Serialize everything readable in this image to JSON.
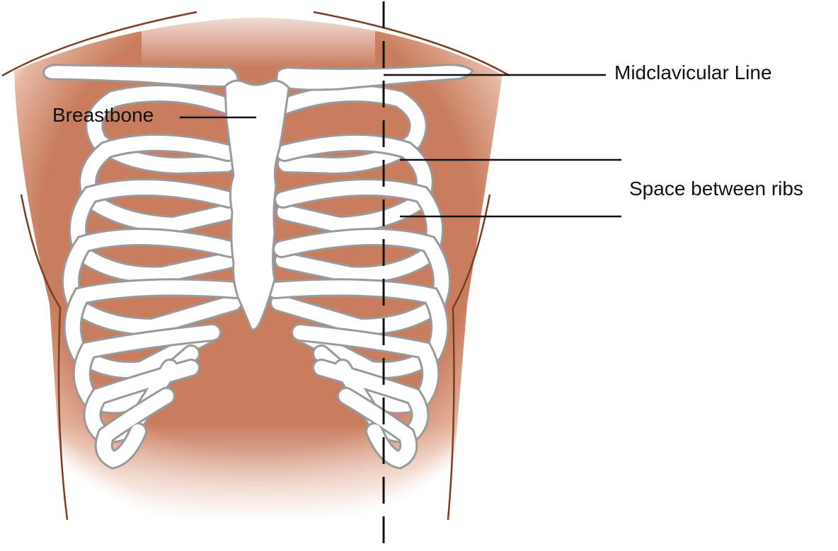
{
  "labels": {
    "midclavicular": "Midclavicular Line",
    "breastbone": "Breastbone",
    "space_between_ribs": "Space between ribs"
  },
  "colors": {
    "skin": "#c97d5f",
    "outline": "#7a3d22",
    "bone": "#ffffff",
    "bone_outline": "#9a9a9a",
    "ink": "#111111"
  }
}
